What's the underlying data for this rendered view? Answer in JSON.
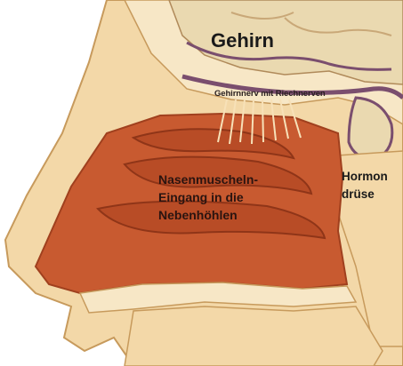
{
  "labels": {
    "brain": "Gehirn",
    "nerve": "Gehirnnerv mit Riechnerven",
    "turbinates": "Nasenmuscheln-\nEingang in die\nNebenhöhlen",
    "hormone_gland": "Hormon\ndrüse"
  },
  "colors": {
    "skin": "#f3d8a8",
    "skin_outline": "#c79a5c",
    "cavity": "#c85a30",
    "cavity_dark": "#a0401e",
    "brain": "#ead9b0",
    "brain_dark": "#7a4e6e",
    "bone": "#f7e7c6"
  }
}
